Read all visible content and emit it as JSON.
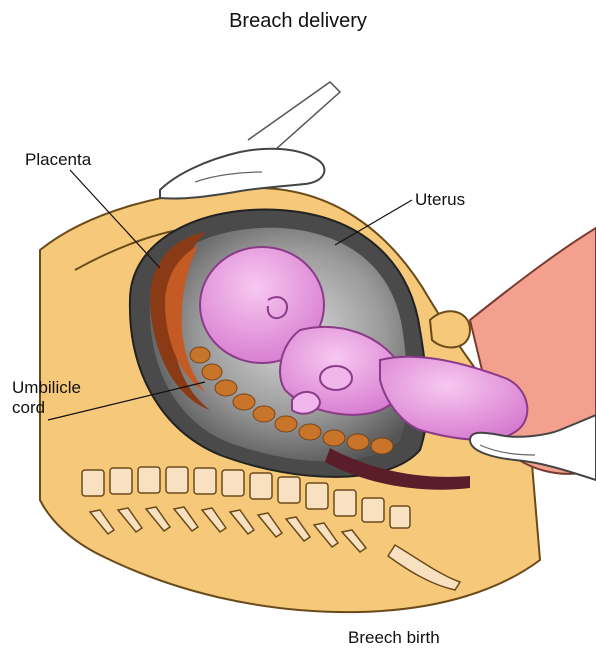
{
  "diagram": {
    "title": "Breach delivery",
    "labels": {
      "placenta": "Placenta",
      "uterus": "Uterus",
      "umbilical_cord_line1": "Umbilicle",
      "umbilical_cord_line2": "cord"
    },
    "caption": "Breech birth"
  },
  "colors": {
    "skin": "#F6C97A",
    "skin_outline": "#6b4a1a",
    "uterus_wall": "#4a4a4a",
    "placenta": "#8a3a14",
    "baby": "#F2A6E8",
    "cord": "#C8752B",
    "hand_skin": "#F4A08F",
    "glove": "#FFFFFF"
  },
  "icons": [
    "glove-hand-top",
    "glove-hand-right",
    "fetus",
    "uterus",
    "placenta",
    "umbilical-cord",
    "spine"
  ]
}
